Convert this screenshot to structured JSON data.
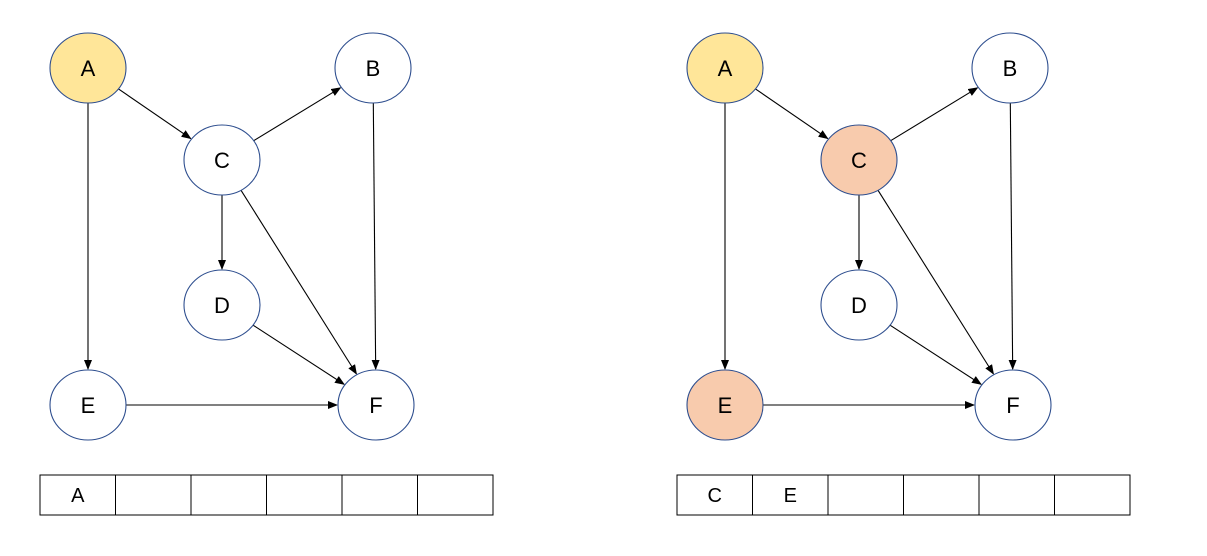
{
  "colors": {
    "visited": "#FFE699",
    "queued": "#F8CBAD",
    "default": "#FFFFFF",
    "node_border": "#2F4F8F",
    "edge": "#000000",
    "cell_border": "#000000"
  },
  "graphs": [
    {
      "nodes": [
        {
          "id": "A",
          "label": "A",
          "state": "visited"
        },
        {
          "id": "B",
          "label": "B",
          "state": "default"
        },
        {
          "id": "C",
          "label": "C",
          "state": "default"
        },
        {
          "id": "D",
          "label": "D",
          "state": "default"
        },
        {
          "id": "E",
          "label": "E",
          "state": "default"
        },
        {
          "id": "F",
          "label": "F",
          "state": "default"
        }
      ],
      "edges": [
        {
          "from": "A",
          "to": "C"
        },
        {
          "from": "A",
          "to": "E"
        },
        {
          "from": "C",
          "to": "B"
        },
        {
          "from": "C",
          "to": "D"
        },
        {
          "from": "C",
          "to": "F"
        },
        {
          "from": "B",
          "to": "F"
        },
        {
          "from": "D",
          "to": "F"
        },
        {
          "from": "E",
          "to": "F"
        }
      ],
      "queue": [
        "A",
        "",
        "",
        "",
        "",
        ""
      ]
    },
    {
      "nodes": [
        {
          "id": "A",
          "label": "A",
          "state": "visited"
        },
        {
          "id": "B",
          "label": "B",
          "state": "default"
        },
        {
          "id": "C",
          "label": "C",
          "state": "queued"
        },
        {
          "id": "D",
          "label": "D",
          "state": "default"
        },
        {
          "id": "E",
          "label": "E",
          "state": "queued"
        },
        {
          "id": "F",
          "label": "F",
          "state": "default"
        }
      ],
      "edges": [
        {
          "from": "A",
          "to": "C"
        },
        {
          "from": "A",
          "to": "E"
        },
        {
          "from": "C",
          "to": "B"
        },
        {
          "from": "C",
          "to": "D"
        },
        {
          "from": "C",
          "to": "F"
        },
        {
          "from": "B",
          "to": "F"
        },
        {
          "from": "D",
          "to": "F"
        },
        {
          "from": "E",
          "to": "F"
        }
      ],
      "queue": [
        "C",
        "E",
        "",
        "",
        "",
        ""
      ]
    }
  ]
}
